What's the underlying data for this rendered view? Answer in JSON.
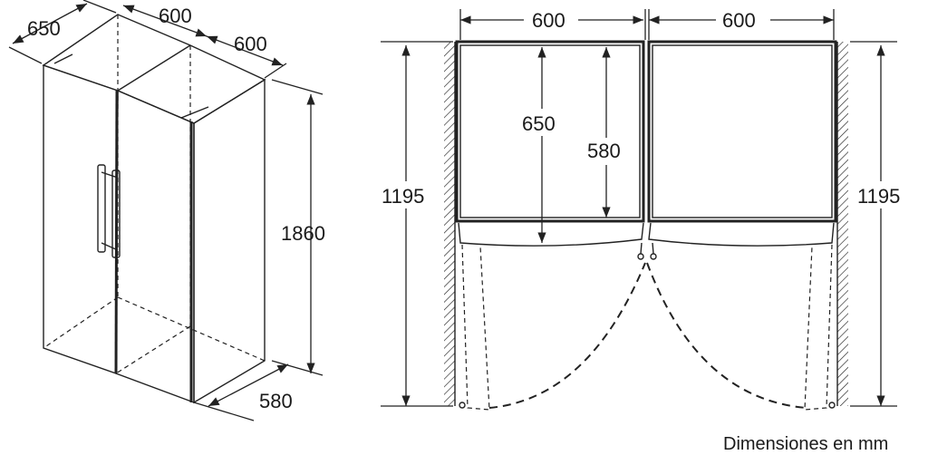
{
  "iso_view": {
    "depth_top": "650",
    "width_top_left": "600",
    "width_top_right": "600",
    "height": "1860",
    "depth_bottom": "580"
  },
  "plan_view": {
    "width_left": "600",
    "width_right": "600",
    "depth_left": "1195",
    "depth_right": "1195",
    "inner_depth_1": "650",
    "inner_depth_2": "580"
  },
  "caption": "Dimensiones en mm"
}
